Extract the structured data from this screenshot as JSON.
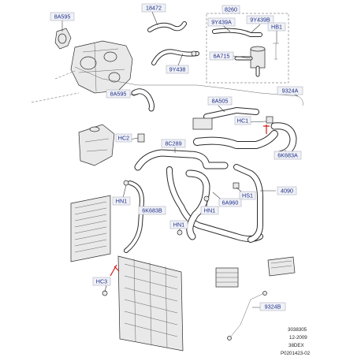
{
  "callouts": {
    "c18472": "18472",
    "c8260": "8260",
    "c8a595_top": "8A595",
    "c9y439a": "9Y439A",
    "c9y439b": "9Y439B",
    "chb1": "HB1",
    "c6a715": "6A715",
    "c9y438": "9Y438",
    "c8a595_mid": "8A595",
    "c8a505": "8A505",
    "c9324a": "9324A",
    "chc1": "HC1",
    "chc2": "HC2",
    "c8c289": "8C289",
    "c6k683a": "6K683A",
    "c4090": "4090",
    "chs1": "HS1",
    "chn1_a": "HN1",
    "c6a960": "6A960",
    "c6k683b": "6K683B",
    "chn1_b": "HN1",
    "chn1_c": "HN1",
    "chc3": "HC3",
    "c9324b": "9324B"
  },
  "footer": {
    "line1": "3038305",
    "line2": "12-2009",
    "line3": "38DEX",
    "line4": "P0201423-02"
  },
  "colors": {
    "callout_text": "#1b2d8a",
    "callout_box": "#f1f2f6",
    "highlight_red": "#d01818"
  }
}
